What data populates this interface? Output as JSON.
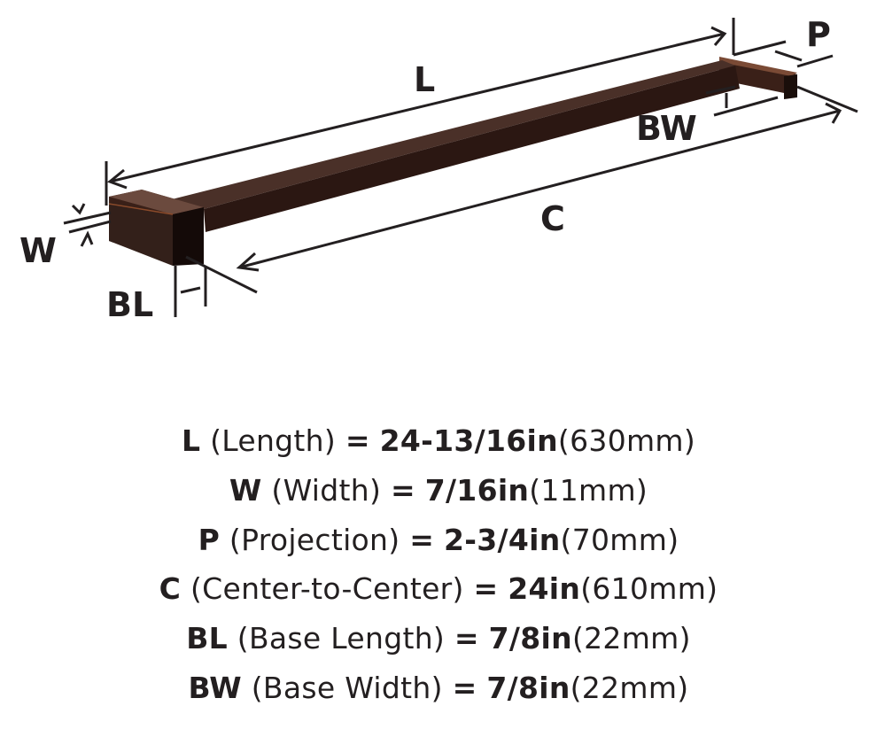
{
  "diagram_labels": {
    "L": "L",
    "P": "P",
    "BW": "BW",
    "C": "C",
    "W": "W",
    "BL": "BL"
  },
  "colors": {
    "finish": "#2e1a14",
    "finish_edge": "#6b3a25",
    "ink": "#231f20"
  },
  "specs": [
    {
      "symbol": "L",
      "name": "(Length)",
      "eq": "=",
      "value_in": "24-13/16in",
      "value_mm": "(630mm)"
    },
    {
      "symbol": "W",
      "name": "(Width)",
      "eq": "=",
      "value_in": "7/16in",
      "value_mm": "(11mm)"
    },
    {
      "symbol": "P",
      "name": "(Projection)",
      "eq": "=",
      "value_in": "2-3/4in",
      "value_mm": "(70mm)"
    },
    {
      "symbol": "C",
      "name": "(Center-to-Center)",
      "eq": "=",
      "value_in": "24in",
      "value_mm": "(610mm)"
    },
    {
      "symbol": "BL",
      "name": "(Base Length)",
      "eq": "=",
      "value_in": "7/8in",
      "value_mm": "(22mm)"
    },
    {
      "symbol": "BW",
      "name": "(Base Width)",
      "eq": "=",
      "value_in": "7/8in",
      "value_mm": "(22mm)"
    }
  ]
}
